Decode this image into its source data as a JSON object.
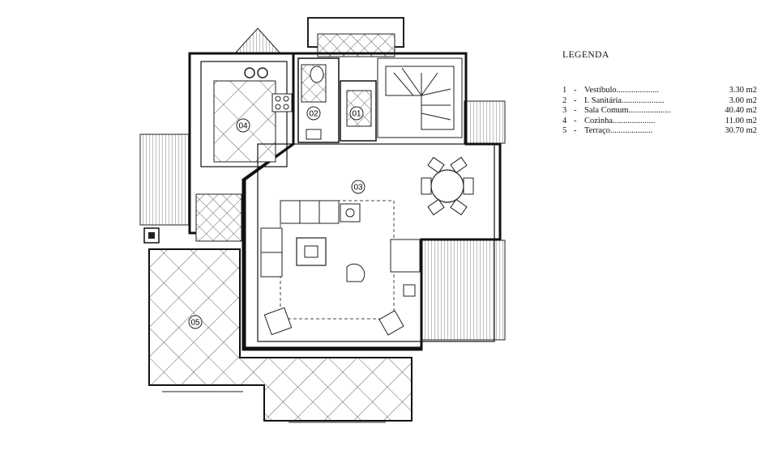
{
  "legend": {
    "title": "LEGENDA",
    "items": [
      {
        "num": "1",
        "name": "Vestíbulo",
        "area": "3.30 m2"
      },
      {
        "num": "2",
        "name": "I. Sanitária",
        "area": "3.00 m2"
      },
      {
        "num": "3",
        "name": "Sala Comum",
        "area": "40.40 m2"
      },
      {
        "num": "4",
        "name": "Cozinha",
        "area": "11.00 m2"
      },
      {
        "num": "5",
        "name": "Terraço",
        "area": "30.70 m2"
      }
    ]
  },
  "rooms": {
    "r01": "01",
    "r02": "02",
    "r03": "03",
    "r04": "04",
    "r05": "05"
  }
}
